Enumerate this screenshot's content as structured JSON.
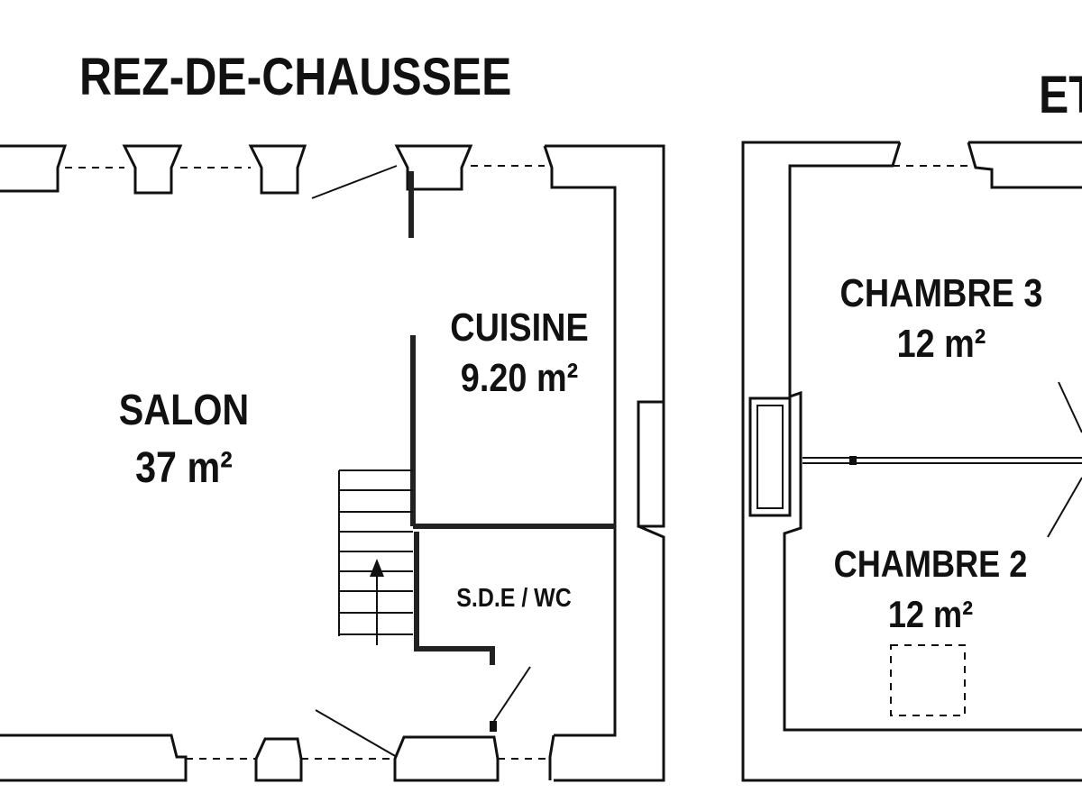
{
  "titles": {
    "ground_floor": "REZ-DE-CHAUSSEE",
    "upper_floor": "ET"
  },
  "rooms": {
    "salon": {
      "name": "SALON",
      "area": "37 m²"
    },
    "cuisine": {
      "name": "CUISINE",
      "area": "9.20 m²"
    },
    "sde_wc": {
      "name": "S.D.E / WC"
    },
    "chambre3": {
      "name": "CHAMBRE 3",
      "area": "12 m²"
    },
    "chambre2": {
      "name": "CHAMBRE 2",
      "area": "12 m²"
    }
  },
  "colors": {
    "line": "#111111",
    "background": "#ffffff"
  }
}
